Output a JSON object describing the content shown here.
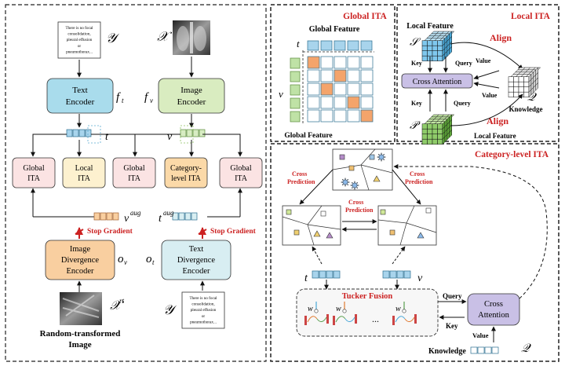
{
  "left_panel": {
    "text_box_top": [
      "There is no focal",
      "consolidation,",
      "pleural effusion",
      "or",
      "pneumothorax..."
    ],
    "y_symbol": "𝒴",
    "x_symbol": "𝒳",
    "text_encoder": [
      "Text",
      "Encoder"
    ],
    "image_encoder": [
      "Image",
      "Encoder"
    ],
    "ft": "f",
    "ft_sub": "t",
    "fv": "f",
    "fv_sub": "v",
    "t_symbol": "t",
    "v_symbol": "v",
    "ita_boxes": [
      {
        "lines": [
          "Global",
          "ITA"
        ],
        "color": "#fbe3e3"
      },
      {
        "lines": [
          "Local",
          "ITA"
        ],
        "color": "#fdf1cf"
      },
      {
        "lines": [
          "Global",
          "ITA"
        ],
        "color": "#fbe3e3"
      },
      {
        "lines": [
          "Category-",
          "level ITA"
        ],
        "color": "#fbd9a8"
      },
      {
        "lines": [
          "Global",
          "ITA"
        ],
        "color": "#fbe3e3"
      }
    ],
    "v_aug": "v",
    "v_aug_sup": "aug",
    "t_aug": "t",
    "t_aug_sup": "aug",
    "stop_gradient_1": "Stop Gradient",
    "stop_gradient_2": "Stop Gradient",
    "image_divergence": [
      "Image",
      "Divergence",
      "Encoder"
    ],
    "text_divergence": [
      "Text",
      "Divergence",
      "Encoder"
    ],
    "ov": "o",
    "ov_sub": "v",
    "ot": "o",
    "ot_sub": "t",
    "x_rt": "𝒳",
    "x_rt_sup": "rt",
    "y_bottom": "𝒴",
    "text_box_bottom": [
      "There is no focal",
      "consolidation,",
      "pleural effusion",
      "or",
      "pneumothorax..."
    ],
    "random_label": [
      "Random-transformed",
      "Image"
    ]
  },
  "global_ita": {
    "title": "Global ITA",
    "global_feature_top": "Global Feature",
    "global_feature_bottom": "Global Feature",
    "t_symbol": "t",
    "v_symbol": "v"
  },
  "local_ita": {
    "title": "Local ITA",
    "local_feature_top": "Local Feature",
    "local_feature_bottom": "Local Feature",
    "s_symbol": "𝒮",
    "p_symbol": "𝒫",
    "q_symbol": "𝒬",
    "align_top": "Align",
    "align_bottom": "Align",
    "key_top": "Key",
    "query_top": "Query",
    "value_top": "Value",
    "key_bottom": "Key",
    "query_bottom": "Query",
    "value_bottom": "Value",
    "cross_attention": "Cross Attention",
    "knowledge": "Knowledge"
  },
  "category_ita": {
    "title": "Category-level ITA",
    "cross_prediction_left": [
      "Cross",
      "Prediction"
    ],
    "cross_prediction_right": [
      "Cross",
      "Prediction"
    ],
    "cross_prediction_mid": [
      "Cross",
      "Prediction"
    ],
    "t_symbol": "t",
    "v_symbol": "v",
    "tucker_fusion": "Tucker Fusion",
    "w_symbol": "w",
    "dots": "...",
    "query": "Query",
    "key": "Key",
    "value": "Value",
    "cross_attention": [
      "Cross",
      "Attention"
    ],
    "knowledge": "Knowledge",
    "q_symbol": "𝒬"
  },
  "colors": {
    "text_encoder": "#a9dcec",
    "image_encoder": "#d9ecc0",
    "image_div": "#f9cfa0",
    "text_div": "#d8eef2",
    "cross_attn": "#c9c0e6",
    "red": "#cc2222",
    "cell_blue": "#a8d4ec",
    "cell_orange": "#f4a46b",
    "cell_green": "#bfe2a6"
  }
}
